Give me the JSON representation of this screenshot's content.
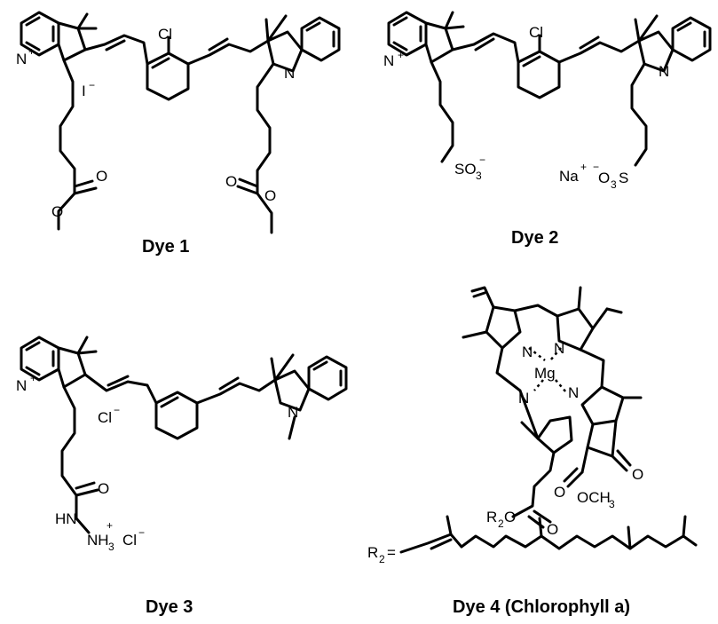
{
  "captions": {
    "dye1": "Dye 1",
    "dye2": "Dye 2",
    "dye3": "Dye 3",
    "dye4": "Dye 4 (Chlorophyll a)"
  },
  "atoms": {
    "nitrogen": "N",
    "plus": "+",
    "minus": "−",
    "chlorine": "Cl",
    "iodide": "I",
    "oxygen": "O",
    "sodium": "Na",
    "sulfonate_a": "SO",
    "sulfonate_b": "O",
    "sulfonate_s": "S",
    "sub_3": "3",
    "hydrazide_hn": "HN",
    "hydrazide_nh": "NH",
    "magnesium": "Mg",
    "methoxy": "OCH",
    "r2o_r": "R",
    "r2o_o": "O",
    "sub_2": "2",
    "r2_label": "R",
    "equals": "="
  }
}
